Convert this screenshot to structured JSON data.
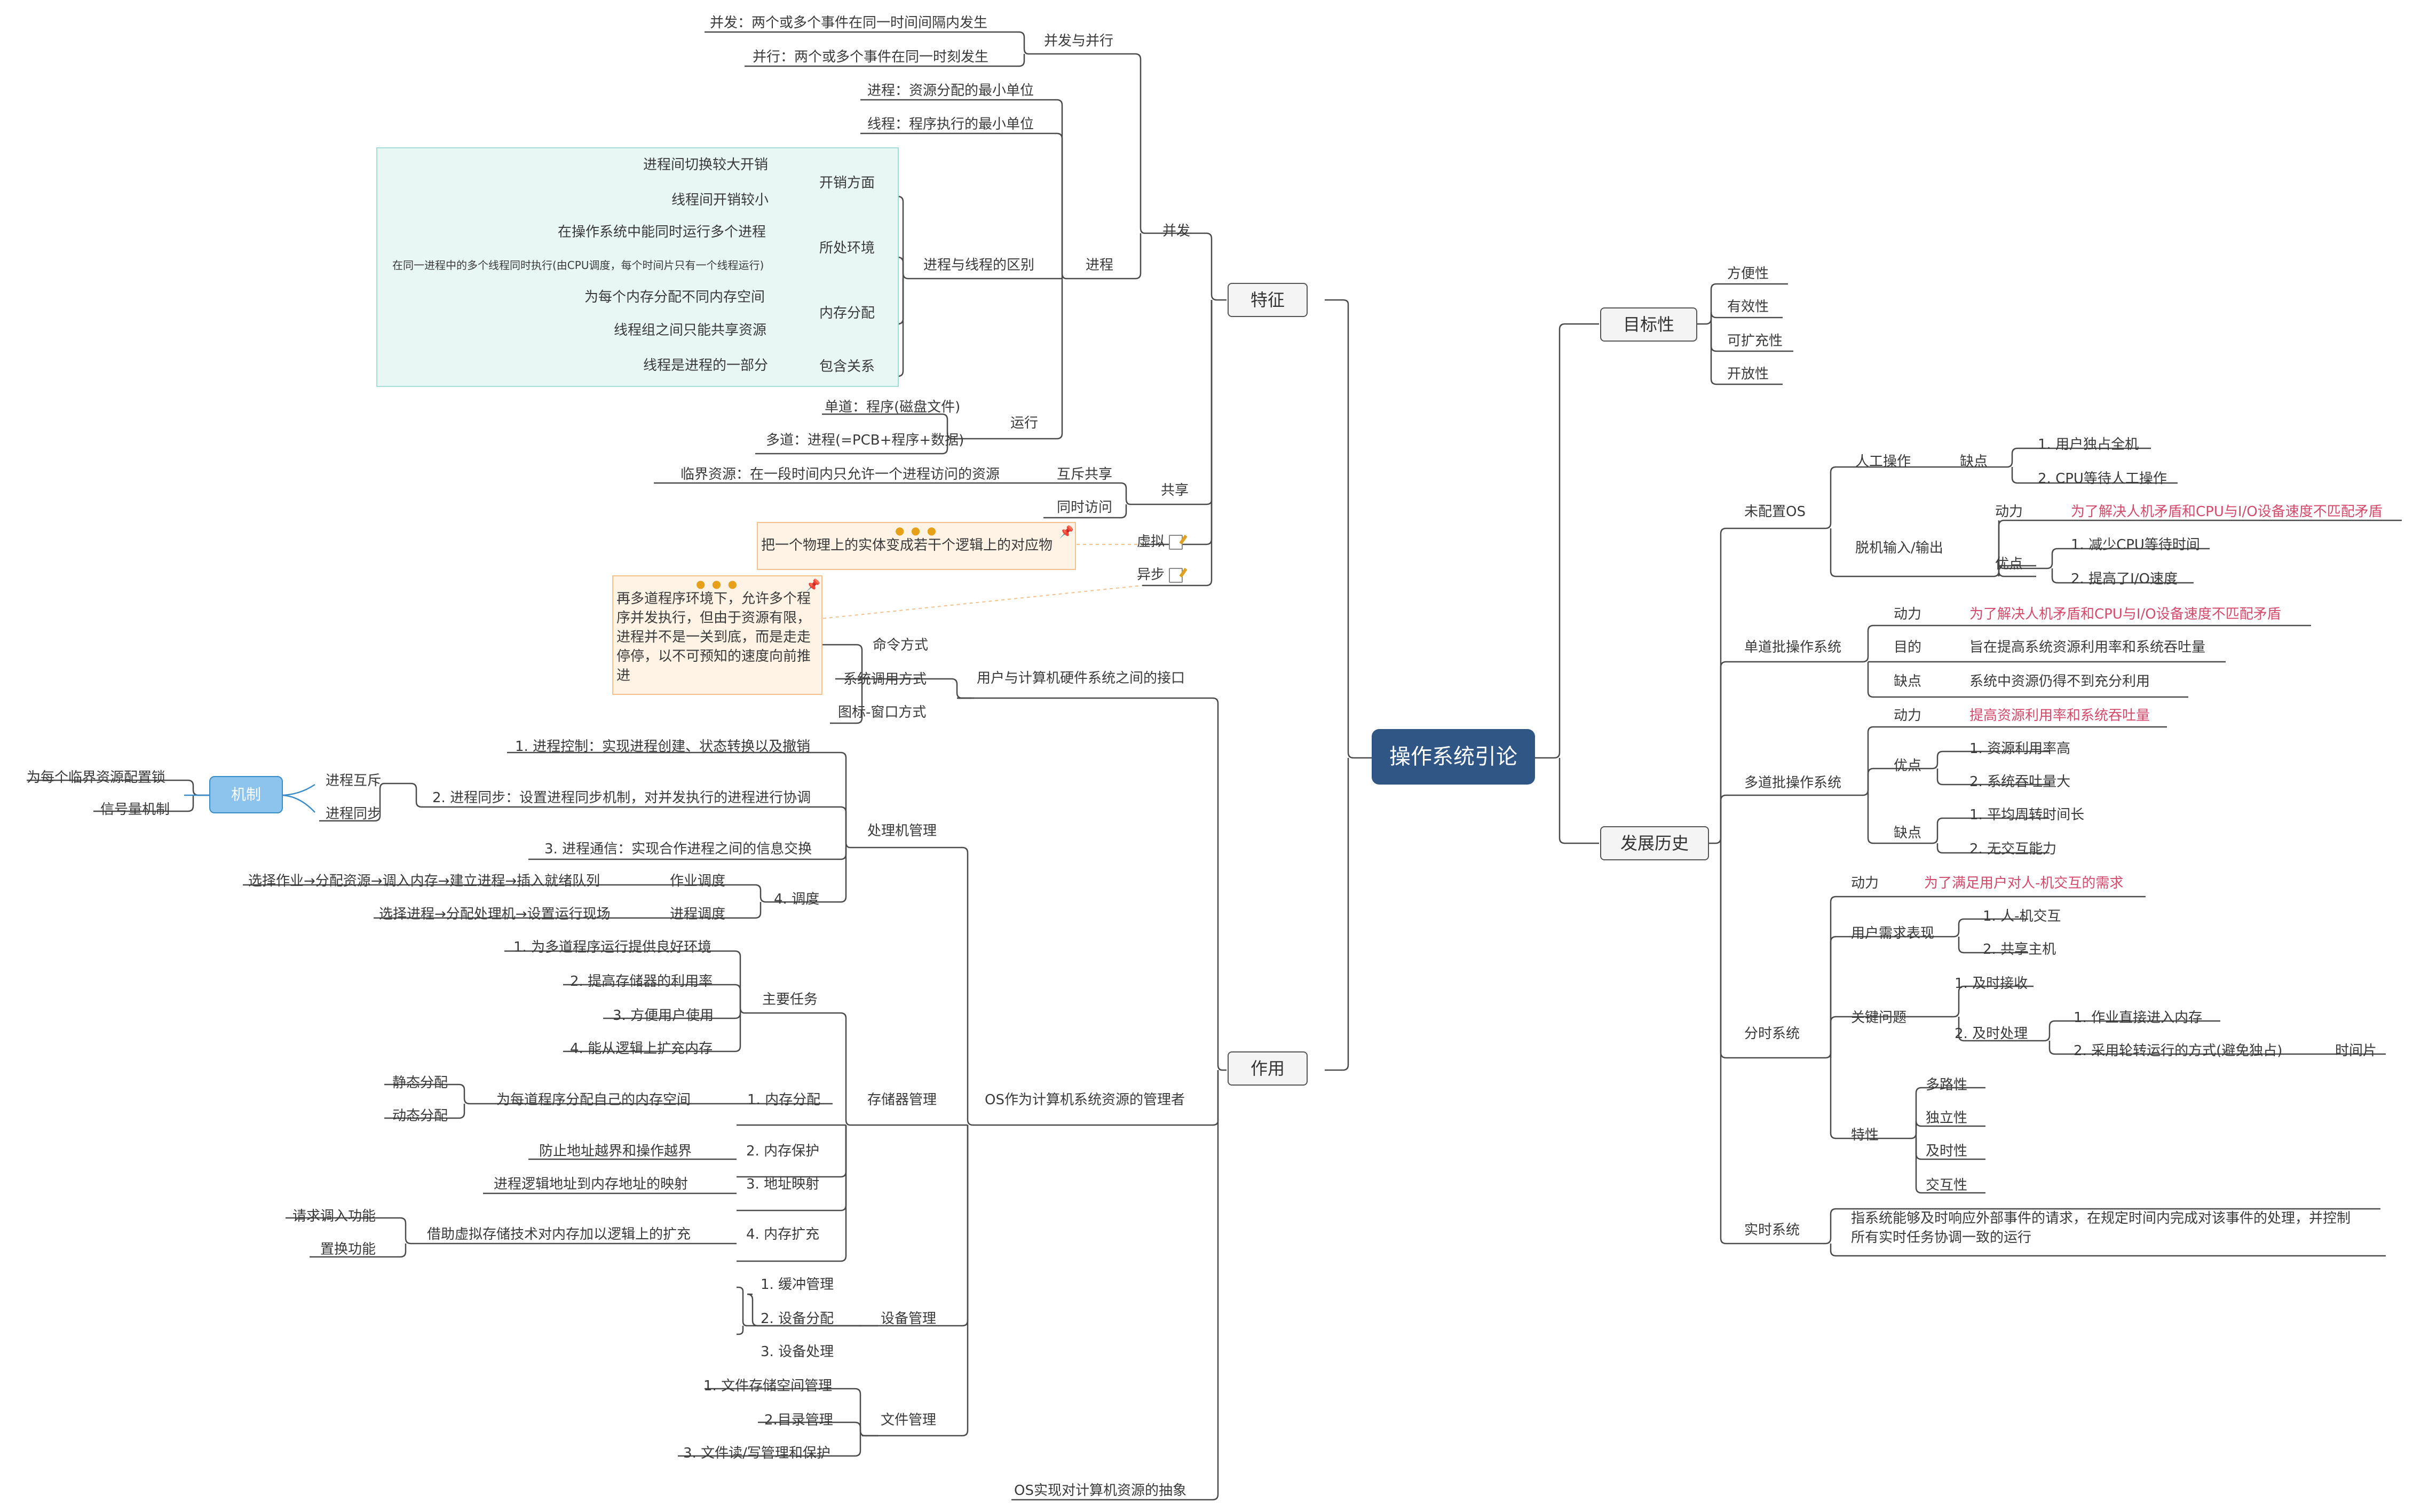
{
  "central": "操作系统引论",
  "left": {
    "features": {
      "title": "特征",
      "concurrency": {
        "label": "并发",
        "concurrent_vs_parallel": {
          "label": "并发与并行",
          "concurrent": "并发：两个或多个事件在同一时间间隔内发生",
          "parallel": "并行：两个或多个事件在同一时刻发生"
        },
        "process": {
          "label": "进程",
          "process_def": "进程：资源分配的最小单位",
          "thread_def": "线程：程序执行的最小单位",
          "diff": {
            "label": "进程与线程的区别",
            "cost": {
              "label": "开销方面",
              "a": "进程间切换较大开销",
              "b": "线程间开销较小"
            },
            "env": {
              "label": "所处环境",
              "a": "在操作系统中能同时运行多个进程",
              "b": "在同一进程中的多个线程同时执行(由CPU调度，每个时间片只有一个线程运行)"
            },
            "mem": {
              "label": "内存分配",
              "a": "为每个内存分配不同内存空间",
              "b": "线程组之间只能共享资源"
            },
            "contain": {
              "label": "包含关系",
              "a": "线程是进程的一部分"
            }
          },
          "run": {
            "label": "运行",
            "single": "单道：程序(磁盘文件)",
            "multi": "多道：进程(=PCB+程序+数据)"
          }
        }
      },
      "sharing": {
        "label": "共享",
        "mutex": {
          "label": "互斥共享",
          "critical": "临界资源：在一段时间内只允许一个进程访问的资源"
        },
        "simultaneous": "同时访问"
      },
      "virtual": {
        "label": "虚拟",
        "note": "把一个物理上的实体变成若干个逻辑上的对应物"
      },
      "async": {
        "label": "异步",
        "note": "再多道程序环境下，允许多个程序并发执行，但由于资源有限，进程并不是一关到底，而是走走停停，以不可预知的速度向前推进"
      }
    },
    "role": {
      "title": "作用",
      "interface": {
        "label": "用户与计算机硬件系统之间的接口",
        "items": [
          "命令方式",
          "系统调用方式",
          "图标-窗口方式"
        ]
      },
      "manager": {
        "label": "OS作为计算机系统资源的管理者",
        "processor": {
          "label": "处理机管理",
          "control": "1. 进程控制：实现进程创建、状态转换以及撤销",
          "sync": "2. 进程同步：设置进程同步机制，对并发执行的进程进行协调",
          "mutex": "进程互斥",
          "psync": "进程同步",
          "mechanism": "机制",
          "lock": "为每个临界资源配置锁",
          "semaphore": "信号量机制",
          "comm": "3. 进程通信：实现合作进程之间的信息交换",
          "sched": {
            "label": "4. 调度",
            "job": "作业调度",
            "job_desc": "选择作业→分配资源→调入内存→建立进程→插入就绪队列",
            "proc": "进程调度",
            "proc_desc": "选择进程→分配处理机→设置运行现场"
          }
        },
        "memory": {
          "label": "存储器管理",
          "tasks": {
            "label": "主要任务",
            "items": [
              "1. 为多道程序运行提供良好环境",
              "2. 提高存储器的利用率",
              "3. 方便用户使用",
              "4. 能从逻辑上扩充内存"
            ]
          },
          "alloc": {
            "label": "1. 内存分配",
            "desc": "为每道程序分配自己的内存空间",
            "static": "静态分配",
            "dynamic": "动态分配"
          },
          "protect": {
            "label": "2. 内存保护",
            "desc": "防止地址越界和操作越界"
          },
          "mapping": {
            "label": "3. 地址映射",
            "desc": "进程逻辑地址到内存地址的映射"
          },
          "expand": {
            "label": "4. 内存扩充",
            "desc": "借助虚拟存储技术对内存加以逻辑上的扩充",
            "a": "请求调入功能",
            "b": "置换功能"
          }
        },
        "device": {
          "label": "设备管理",
          "items": [
            "1. 缓冲管理",
            "2. 设备分配",
            "3. 设备处理"
          ]
        },
        "file": {
          "label": "文件管理",
          "items": [
            "1. 文件存储空间管理",
            "2.目录管理",
            "3. 文件读/写管理和保护"
          ]
        }
      },
      "abstraction": "OS实现对计算机资源的抽象"
    }
  },
  "right": {
    "goals": {
      "title": "目标性",
      "items": [
        "方便性",
        "有效性",
        "可扩充性",
        "开放性"
      ]
    },
    "history": {
      "title": "发展历史",
      "no_os": {
        "label": "未配置OS",
        "manual": {
          "label": "人工操作",
          "drawback": "缺点",
          "d1": "1. 用户独占全机",
          "d2": "2. CPU等待人工操作"
        },
        "offline": {
          "label": "脱机输入/输出",
          "motive": "动力",
          "motive_text": "为了解决人机矛盾和CPU与I/O设备速度不匹配矛盾",
          "adv": "优点",
          "a1": "1. 减少CPU等待时间",
          "a2": "2. 提高了I/O速度"
        }
      },
      "single_batch": {
        "label": "单道批操作系统",
        "motive": "动力",
        "motive_text": "为了解决人机矛盾和CPU与I/O设备速度不匹配矛盾",
        "goal": "目的",
        "goal_text": "旨在提高系统资源利用率和系统吞吐量",
        "drawback": "缺点",
        "drawback_text": "系统中资源仍得不到充分利用"
      },
      "multi_batch": {
        "label": "多道批操作系统",
        "motive": "动力",
        "motive_text": "提高资源利用率和系统吞吐量",
        "adv": "优点",
        "a1": "1. 资源利用率高",
        "a2": "2. 系统吞吐量大",
        "drawback": "缺点",
        "d1": "1. 平均周转时间长",
        "d2": "2. 无交互能力"
      },
      "time_sharing": {
        "label": "分时系统",
        "motive": "动力",
        "motive_text": "为了满足用户对人-机交互的需求",
        "demand": {
          "label": "用户需求表现",
          "a": "1. 人-机交互",
          "b": "2. 共享主机"
        },
        "key": {
          "label": "关键问题",
          "a": "1. 及时接收",
          "b": "2. 及时处理",
          "b1": "1. 作业直接进入内存",
          "b2": "2. 采用轮转运行的方式(避免独占)",
          "slice": "时间片"
        },
        "traits": {
          "label": "特性",
          "items": [
            "多路性",
            "独立性",
            "及时性",
            "交互性"
          ]
        }
      },
      "realtime": {
        "label": "实时系统",
        "line1": "指系统能够及时响应外部事件的请求，在规定时间内完成对该事件的处理，并控制",
        "line2": "所有实时任务协调一致的运行"
      }
    }
  },
  "colors": {
    "central": "#2f5685",
    "accent": "#d44a6a",
    "mechanism": "#8cc4ee",
    "region": "#e8f6f4",
    "note": "#fff3e6",
    "line": "#4a4a4a"
  },
  "icons": {
    "pin": "pin-icon",
    "memo": "memo-icon"
  }
}
